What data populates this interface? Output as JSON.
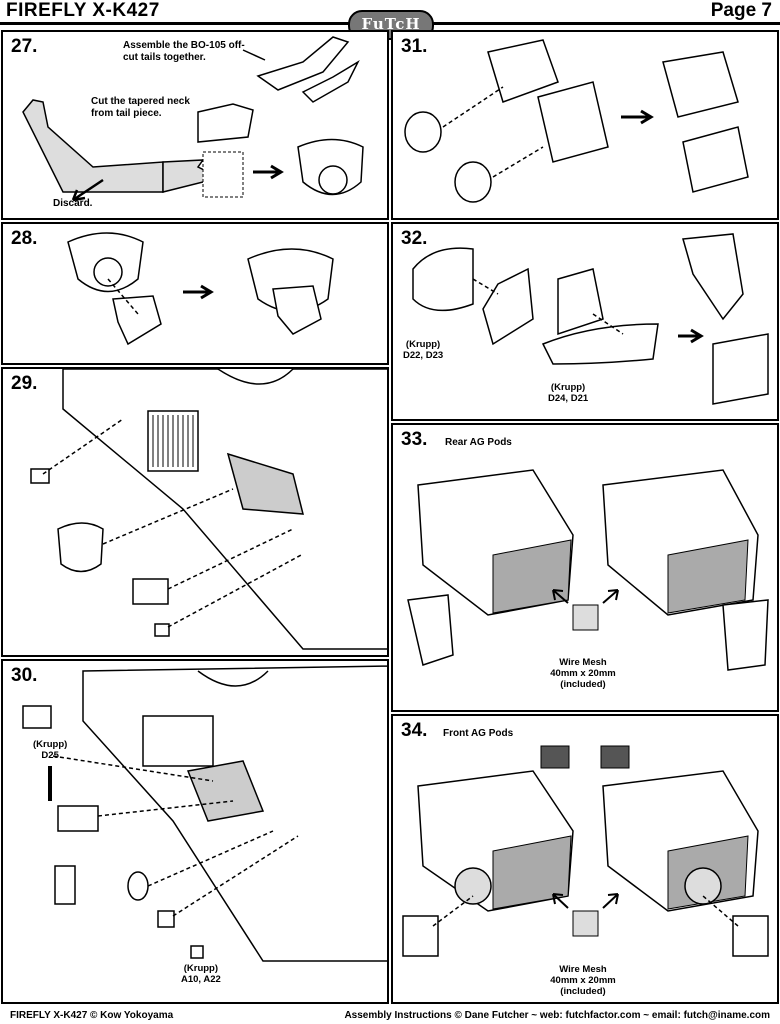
{
  "header": {
    "title": "FIREFLY X-K427",
    "page": "Page 7",
    "logo_text": "FuTcH"
  },
  "steps": {
    "s27": {
      "number": "27.",
      "note_assemble": "Assemble the BO-105 off-cut tails together.",
      "note_cut": "Cut the tapered neck from tail piece.",
      "note_discard": "Discard."
    },
    "s28": {
      "number": "28."
    },
    "s29": {
      "number": "29."
    },
    "s30": {
      "number": "30.",
      "part_krupp_d25_a": "(Krupp)",
      "part_krupp_d25_b": "D25",
      "part_krupp_a10_a": "(Krupp)",
      "part_krupp_a10_b": "A10, A22"
    },
    "s31": {
      "number": "31."
    },
    "s32": {
      "number": "32.",
      "part_a": "(Krupp)",
      "part_a2": "D22, D23",
      "part_b": "(Krupp)",
      "part_b2": "D24, D21"
    },
    "s33": {
      "number": "33.",
      "title": "Rear AG Pods",
      "mesh_1": "Wire Mesh",
      "mesh_2": "40mm x 20mm",
      "mesh_3": "(included)"
    },
    "s34": {
      "number": "34.",
      "title": "Front AG Pods",
      "mesh_1": "Wire Mesh",
      "mesh_2": "40mm x 20mm",
      "mesh_3": "(included)"
    }
  },
  "footer": {
    "left": "FIREFLY X-K427 © Kow Yokoyama",
    "right": "Assembly Instructions © Dane Futcher  ~  web: futchfactor.com  ~  email: futch@iname.com"
  }
}
